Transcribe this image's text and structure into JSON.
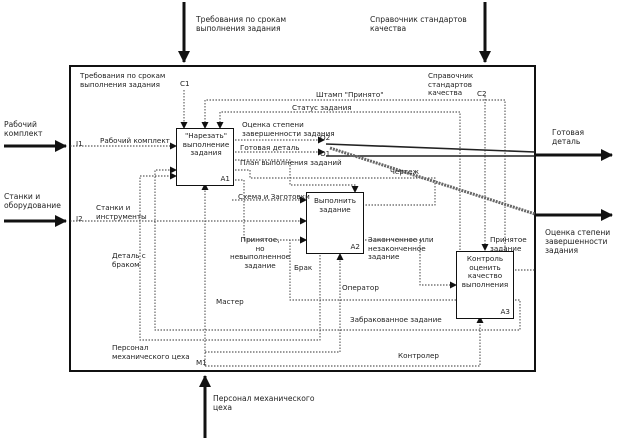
{
  "outer": {
    "control_left": "Требования по срокам\nвыполнения  задания",
    "control_right": "Справочник стандартов\nкачества",
    "input_1": "Рабочий\nкомплект",
    "input_2": "Станки и\nоборудование",
    "output_1": "Готовая\nдеталь",
    "output_2": "Оценка степени\nзавершенности\nзадания",
    "mechanism": "Персонал механического\nцеха"
  },
  "inner": {
    "control_left": "Требования по срокам\nвыполнения задания",
    "control_right": "Справочник\nстандартов\nкачества",
    "c1": "C1",
    "c2": "C2",
    "i1": "I1",
    "i2": "I2",
    "o1": "O1",
    "o2": "O2",
    "m1": "M1",
    "stamp": "Штамп \"Принято\"",
    "status": "Статус задания",
    "assessment": "Оценка степени\nзавершенности задания",
    "ready_part": "Готовая  деталь",
    "plan": "План выполнения заданий",
    "drawing": "Чертеж",
    "kit": "Рабочий комплект",
    "machines": "Станки и\nинструменты",
    "blanks": "Схема и Заготовки",
    "part_defect": "Деталь с\nбраком",
    "accepted": "Принятое,\nно\nневыполненное\nзадание",
    "completed": "Законченное или\nнезаконченное\nзадание",
    "accepted_task": "Принятое\nзадание",
    "defect": "Брак",
    "operator": "Оператор",
    "rejected": "Забракованное задание",
    "master": "Мастер",
    "personnel": "Персонал\nмеханического цеха",
    "controller": "Контролер"
  },
  "boxes": {
    "a1": {
      "label": "\"Нарезать\"\nвыполнение\nзадания",
      "id": "A1"
    },
    "a2": {
      "label": "Выполнить\nзадание",
      "id": "A2"
    },
    "a3": {
      "label": "Контроль\nоценить\nкачество\nвыполнения",
      "id": "A3"
    }
  }
}
